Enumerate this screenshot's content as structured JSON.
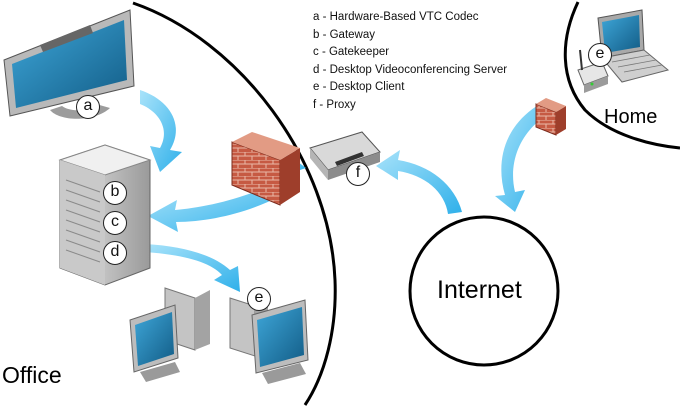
{
  "legend": [
    "a - Hardware-Based VTC Codec",
    "b - Gateway",
    "c - Gatekeeper",
    "d - Desktop Videoconferencing Server",
    "e - Desktop Client",
    "f - Proxy"
  ],
  "regions": {
    "office": "Office",
    "home": "Home",
    "internet": "Internet"
  },
  "badges": {
    "codec": "a",
    "gateway": "b",
    "gatekeeper": "c",
    "server": "d",
    "office_client": "e",
    "home_client": "e",
    "proxy": "f"
  },
  "colors": {
    "arrow": "#4fc3f0",
    "screen": "#1f7fb0",
    "firewall": "#c0503a"
  }
}
